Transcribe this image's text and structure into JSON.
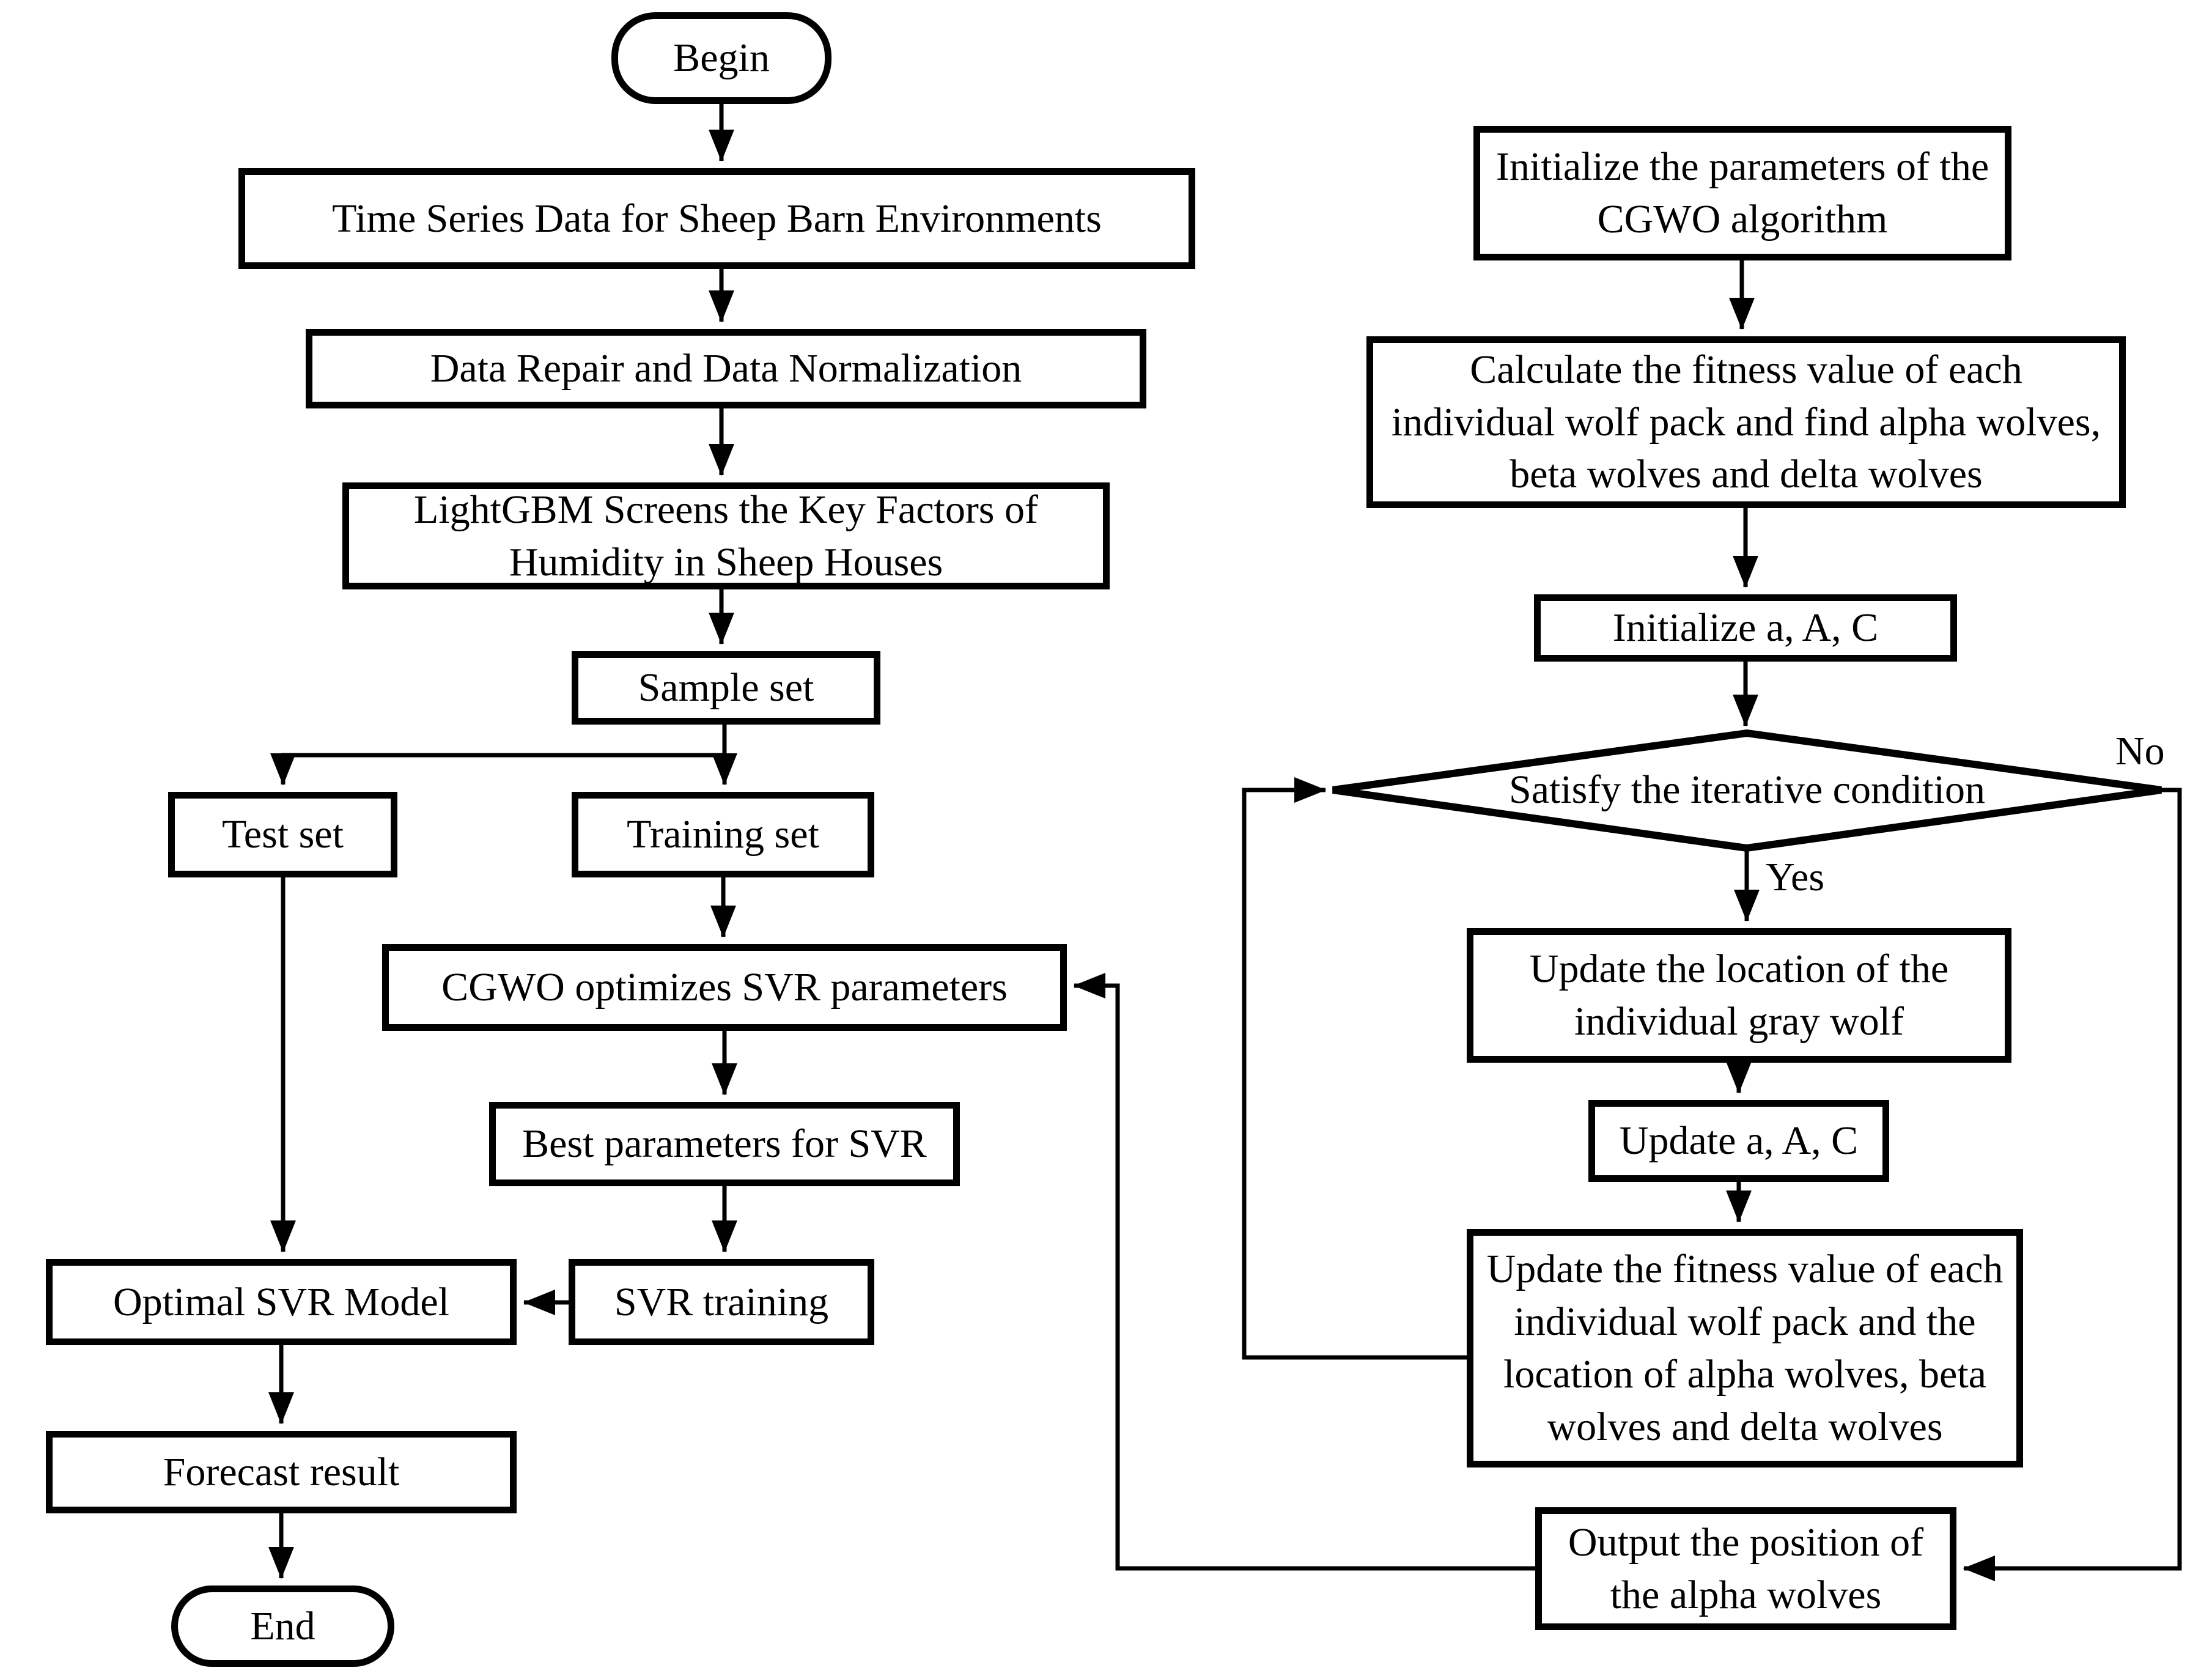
{
  "page": {
    "background_color": "#ffffff",
    "ink_color": "#000000"
  },
  "flowchart": {
    "nodes": {
      "begin": {
        "type": "terminator",
        "label": "Begin"
      },
      "time_series": {
        "type": "process",
        "label": "Time Series Data for Sheep Barn Environments"
      },
      "data_repair": {
        "type": "process",
        "label": "Data Repair and Data Normalization"
      },
      "lightgbm": {
        "type": "process",
        "label": "LightGBM Screens the Key Factors of Humidity in Sheep Houses"
      },
      "sample_set": {
        "type": "process",
        "label": "Sample set"
      },
      "test_set": {
        "type": "process",
        "label": "Test set"
      },
      "training_set": {
        "type": "process",
        "label": "Training set"
      },
      "cgwo_optimizes": {
        "type": "process",
        "label": "CGWO optimizes SVR parameters"
      },
      "best_parameters": {
        "type": "process",
        "label": "Best parameters for SVR"
      },
      "svr_training": {
        "type": "process",
        "label": "SVR training"
      },
      "optimal_model": {
        "type": "process",
        "label": "Optimal SVR Model"
      },
      "forecast_result": {
        "type": "process",
        "label": "Forecast result"
      },
      "end": {
        "type": "terminator",
        "label": "End"
      },
      "init_cgwo": {
        "type": "process",
        "label": "Initialize the parameters of the CGWO algorithm"
      },
      "calc_fitness": {
        "type": "process",
        "label": "Calculate the fitness value of each individual wolf pack and find alpha wolves, beta wolves and delta wolves"
      },
      "init_aac": {
        "type": "process",
        "label": "Initialize a, A, C"
      },
      "iter_condition": {
        "type": "decision",
        "label": "Satisfy the iterative condition"
      },
      "update_location": {
        "type": "process",
        "label": "Update the location of the individual gray wolf"
      },
      "update_aac": {
        "type": "process",
        "label": "Update a, A, C"
      },
      "update_fitness": {
        "type": "process",
        "label": "Update the fitness value of each individual wolf pack and the location of alpha wolves, beta wolves and delta wolves"
      },
      "output_position": {
        "type": "process",
        "label": "Output the position of the alpha wolves"
      }
    },
    "branch_labels": {
      "yes": "Yes",
      "no": "No"
    },
    "edges": [
      {
        "from": "begin",
        "to": "time_series"
      },
      {
        "from": "time_series",
        "to": "data_repair"
      },
      {
        "from": "data_repair",
        "to": "lightgbm"
      },
      {
        "from": "lightgbm",
        "to": "sample_set"
      },
      {
        "from": "sample_set",
        "to": "training_set"
      },
      {
        "from": "sample_set",
        "to": "test_set"
      },
      {
        "from": "training_set",
        "to": "cgwo_optimizes"
      },
      {
        "from": "cgwo_optimizes",
        "to": "best_parameters"
      },
      {
        "from": "best_parameters",
        "to": "svr_training"
      },
      {
        "from": "svr_training",
        "to": "optimal_model"
      },
      {
        "from": "test_set",
        "to": "optimal_model"
      },
      {
        "from": "optimal_model",
        "to": "forecast_result"
      },
      {
        "from": "forecast_result",
        "to": "end"
      },
      {
        "from": "init_cgwo",
        "to": "calc_fitness"
      },
      {
        "from": "calc_fitness",
        "to": "init_aac"
      },
      {
        "from": "init_aac",
        "to": "iter_condition"
      },
      {
        "from": "iter_condition",
        "to": "update_location",
        "label": "Yes"
      },
      {
        "from": "iter_condition",
        "to": "output_position",
        "label": "No"
      },
      {
        "from": "update_location",
        "to": "update_aac"
      },
      {
        "from": "update_aac",
        "to": "update_fitness"
      },
      {
        "from": "update_fitness",
        "to": "iter_condition"
      },
      {
        "from": "output_position",
        "to": "cgwo_optimizes"
      }
    ]
  }
}
